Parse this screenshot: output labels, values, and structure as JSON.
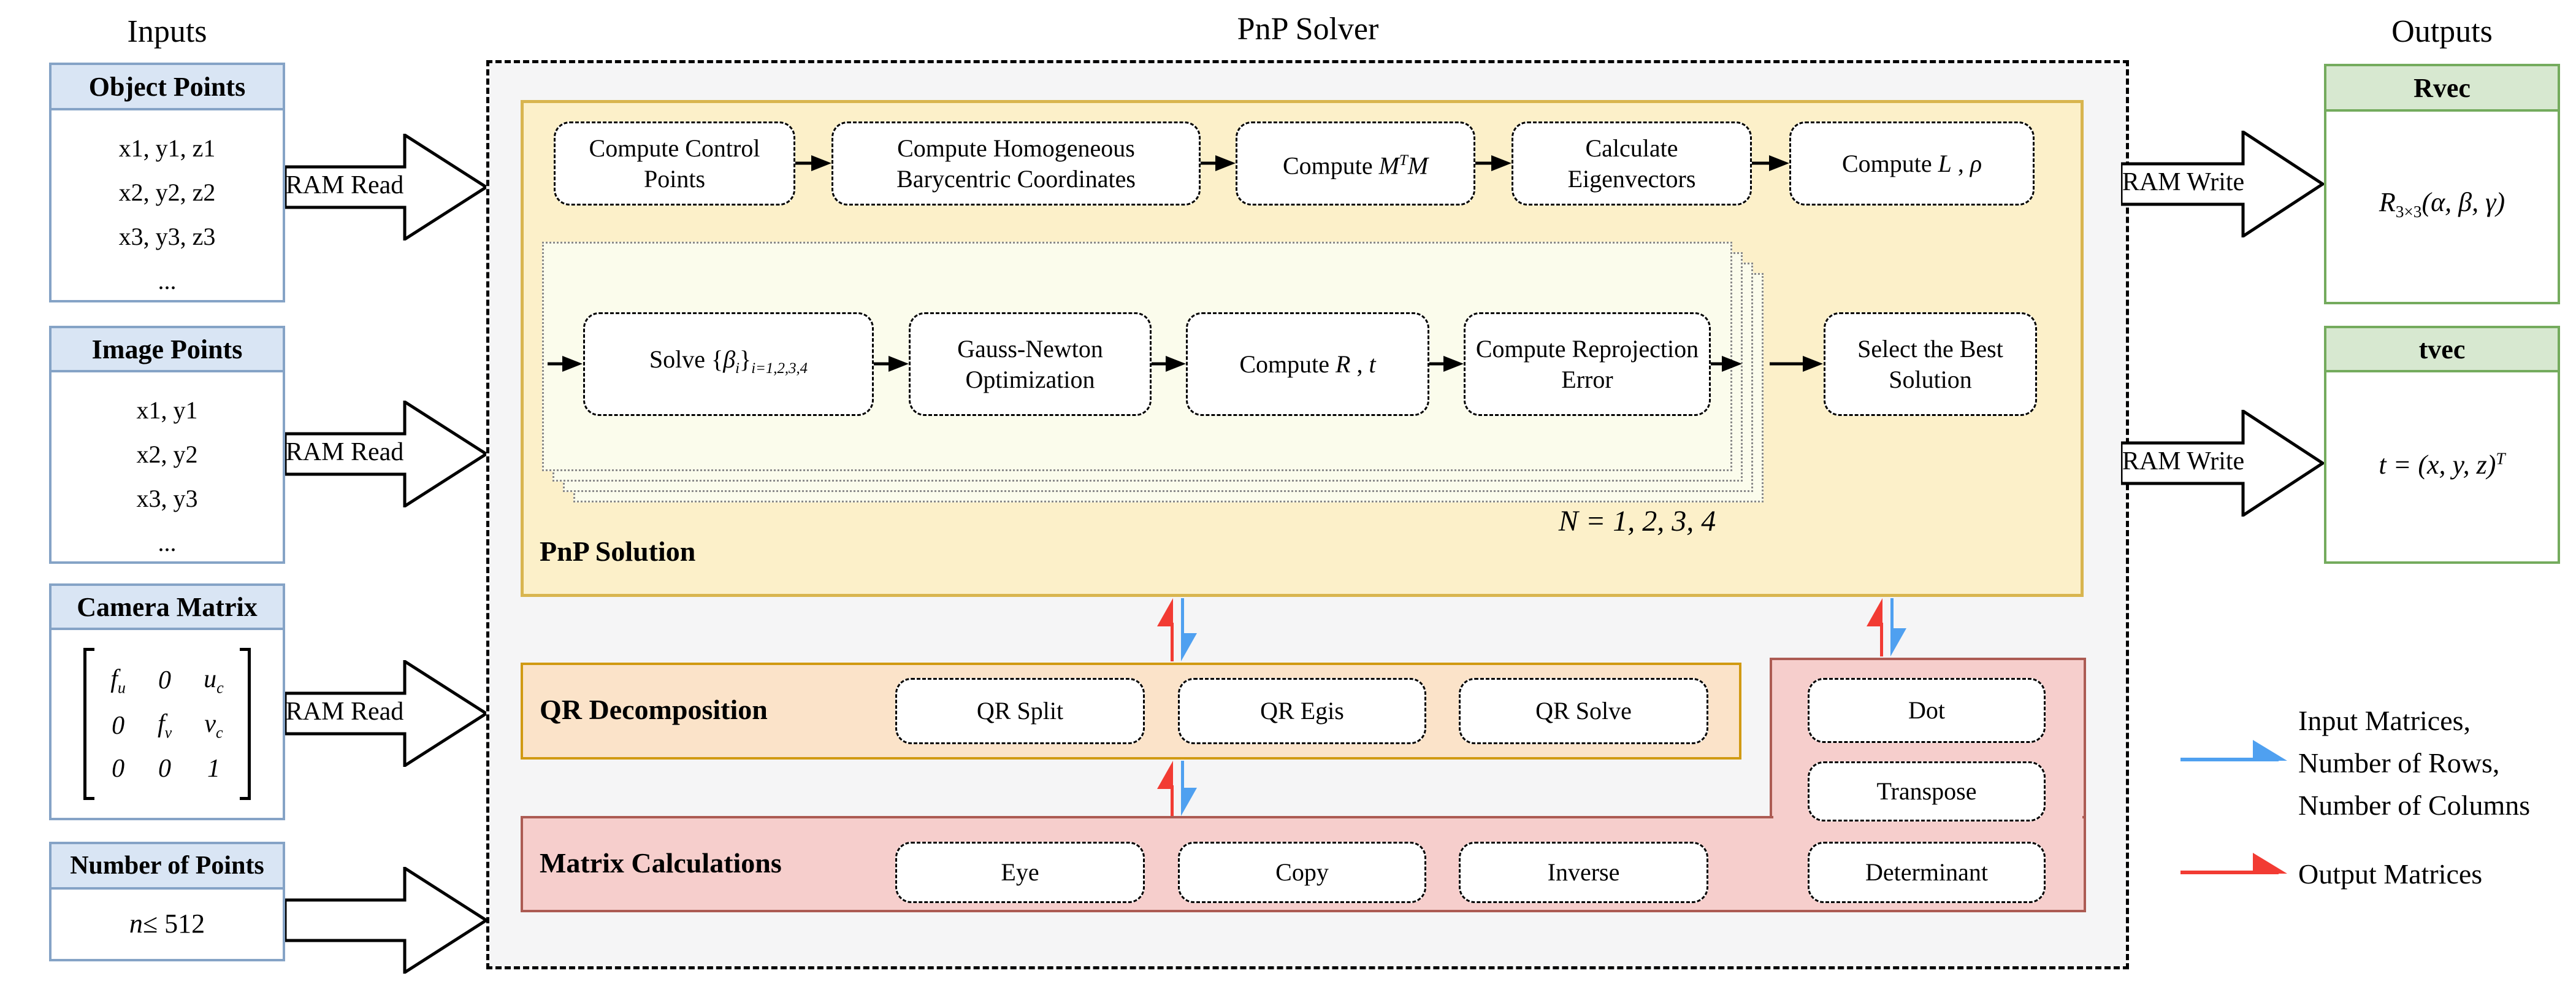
{
  "titles": {
    "inputs": "Inputs",
    "solver": "PnP Solver",
    "outputs": "Outputs"
  },
  "labels": {
    "ram_read": "RAM Read",
    "ram_write": "RAM Write"
  },
  "inputs": {
    "object_points": {
      "header": "Object Points",
      "lines": [
        "x1, y1, z1",
        "x2, y2, z2",
        "x3, y3, z3",
        "..."
      ]
    },
    "image_points": {
      "header": "Image Points",
      "lines": [
        "x1, y1",
        "x2, y2",
        "x3, y3",
        "..."
      ]
    },
    "camera_matrix": {
      "header": "Camera Matrix",
      "cells": {
        "r1c1b": "f",
        "r1c1s": "u",
        "r1c2": "0",
        "r1c3b": "u",
        "r1c3s": "c",
        "r2c1": "0",
        "r2c2b": "f",
        "r2c2s": "v",
        "r2c3b": "v",
        "r2c3s": "c",
        "r3c1": "0",
        "r3c2": "0",
        "r3c3": "1"
      }
    },
    "number_of_points": {
      "header": "Number of Points",
      "var": "n",
      "rest": " ≤ 512"
    }
  },
  "solver": {
    "pnp_solution": {
      "label": "PnP Solution",
      "row1": {
        "b1": "Compute Control Points",
        "b2": "Compute Homogeneous Barycentric Coordinates",
        "b3": {
          "pre": "Compute ",
          "m1": "M",
          "sup": "T",
          "m2": "M"
        },
        "b4": "Calculate Eigenvectors",
        "b5": {
          "pre": "Compute ",
          "v1": "L",
          "sep": " , ",
          "v2": "ρ"
        }
      },
      "row2": {
        "s1": {
          "pre": "Solve ",
          "open": "{",
          "beta": "β",
          "isub": "i",
          "close": "}",
          "sub": "i=1,2,3,4"
        },
        "s2": "Gauss-Newton Optimization",
        "s3": {
          "pre": "Compute ",
          "v1": "R",
          "sep": " , ",
          "v2": "t"
        },
        "s4": "Compute Reprojection Error"
      },
      "select_best": "Select the Best Solution",
      "n_label": "N = 1, 2, 3, 4"
    },
    "qr": {
      "label": "QR Decomposition",
      "i1": "QR Split",
      "i2": "QR Egis",
      "i3": "QR Solve"
    },
    "matrix": {
      "label": "Matrix Calculations",
      "r1": "Eye",
      "r2": "Copy",
      "r3": "Inverse",
      "c1": "Dot",
      "c2": "Transpose",
      "c3": "Determinant"
    }
  },
  "outputs": {
    "rvec": {
      "header": "Rvec",
      "base": "R",
      "sub": "3×3",
      "args": "(α, β, γ)"
    },
    "tvec": {
      "header": "tvec",
      "base": "t = (x, y, z)",
      "sup": "T"
    }
  },
  "legend": {
    "input": {
      "color": "#4FA0F0",
      "l1": "Input Matrices,",
      "l2": "Number of Rows,",
      "l3": "Number of Columns"
    },
    "output": {
      "color": "#F23B33",
      "label": "Output Matrices"
    }
  },
  "colors": {
    "input_header": "#D9E5F4",
    "input_border": "#85A3C6",
    "output_header": "#D7E8D0",
    "output_border": "#74AB5D",
    "pnp_fill": "#FCF0C9",
    "pnp_border": "#D8B54F",
    "qr_fill": "#FBE3C9",
    "qr_border": "#D19A12",
    "matrix_fill": "#F6CECC",
    "matrix_border": "#AC5B53",
    "sheet_fill": "#FBFCEC",
    "solver_bg": "#F5F5F6",
    "arrow_blue": "#4FA0F0",
    "arrow_red": "#F23B33"
  }
}
